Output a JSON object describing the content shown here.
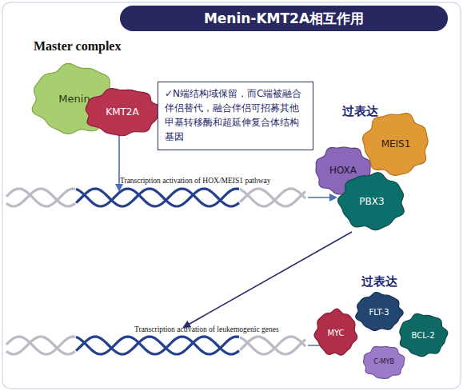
{
  "diagram": {
    "title": "Menin-KMT2A相互作用",
    "nodes": [
      {
        "text": [
          "Menin"
        ]
      },
      {
        "text": [
          "KMT2A"
        ]
      },
      {
        "text": [
          "✓N端结构域保留，而C端被融合伴侣替代，融合伴侣可招募其他甲基转移酶和超延伸复合体结构基因"
        ]
      },
      {
        "text": [
          "HOXA"
        ]
      },
      {
        "text": [
          "MEIS1"
        ]
      },
      {
        "text": [
          "PBX3"
        ]
      },
      {
        "text": [
          "MYC"
        ]
      },
      {
        "text": [
          "FLT-3"
        ]
      },
      {
        "text": [
          "BCL-2"
        ]
      },
      {
        "text": [
          "C-MYB"
        ]
      }
    ],
    "edges": [
      {
        "from": 1,
        "to": 2,
        "arrow": "none"
      }
    ],
    "labels": [
      "Master complex",
      "Transcription activation of HOX/MEIS1 pathway",
      "过表达",
      "过表达",
      "Transcription activation of leukemogenic genes"
    ]
  }
}
